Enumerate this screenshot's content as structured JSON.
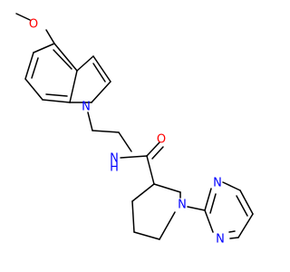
{
  "molecule": {
    "atom_labels": {
      "methoxy_oxygen": "O",
      "indole_nitrogen": "N",
      "amide_nitrogen": "N",
      "amide_hydrogen": "H",
      "carbonyl_oxygen": "O",
      "piperidine_nitrogen": "N",
      "pyrimidine_nitrogen_1": "N",
      "pyrimidine_nitrogen_2": "N"
    },
    "colors": {
      "bond": "#000000",
      "oxygen": "#ff0000",
      "nitrogen": "#0000ff",
      "background": "#ffffff"
    }
  }
}
